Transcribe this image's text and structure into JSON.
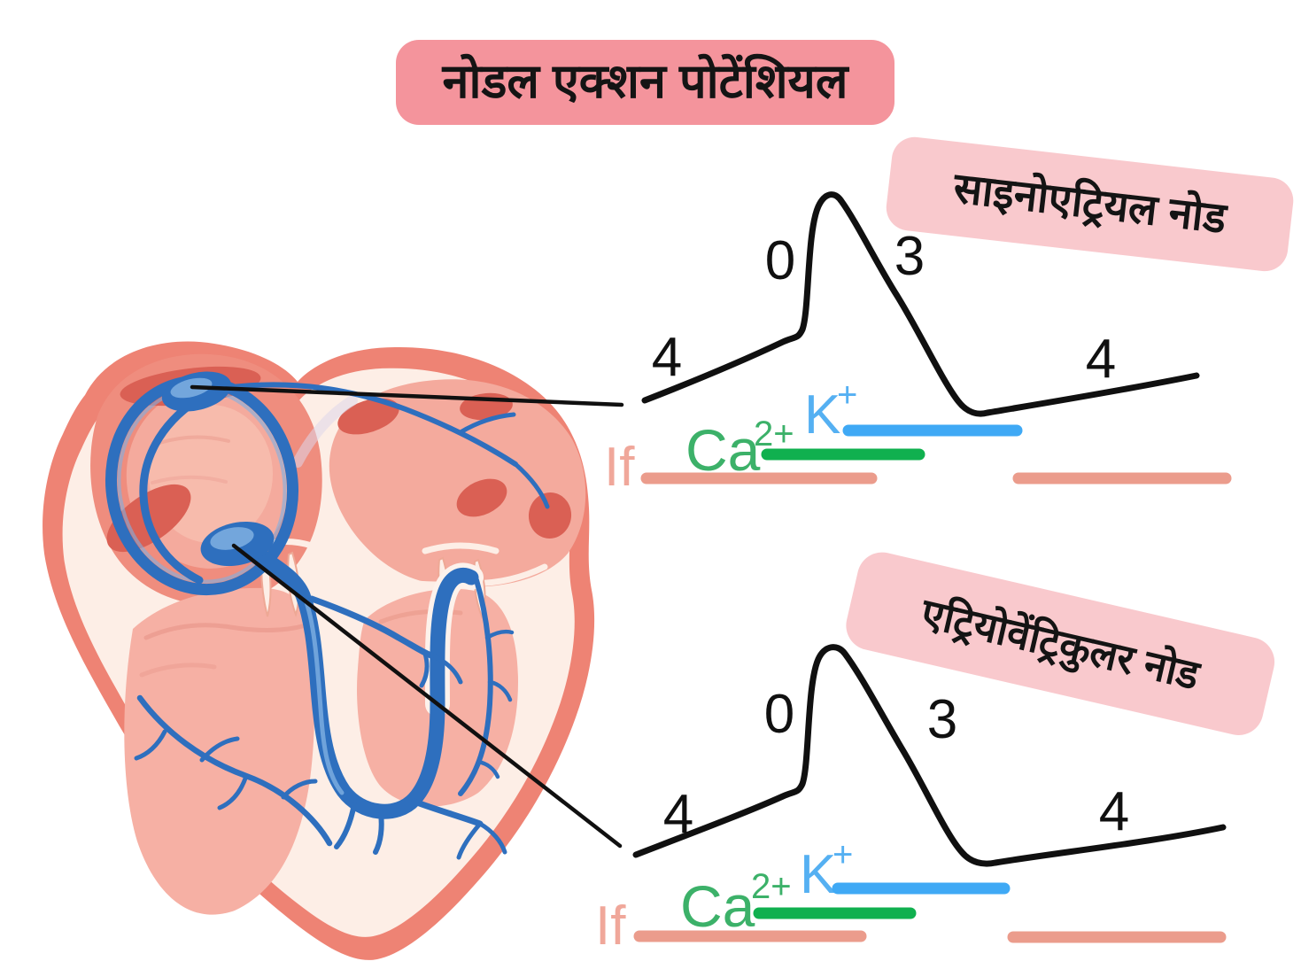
{
  "header": {
    "title": "नोडल एक्शन पोटेंशियल"
  },
  "panels": {
    "sa": {
      "label": "साइनोएट्रियल नोड",
      "phases": {
        "left4": "4",
        "zero": "0",
        "three": "3",
        "right4": "4"
      },
      "currents": {
        "funny": "If",
        "calcium": "Ca",
        "calcium_sup": "2+",
        "potassium": "K",
        "potassium_sup": "+"
      }
    },
    "av": {
      "label": "एट्रियोवेंट्रिकुलर नोड",
      "phases": {
        "left4": "4",
        "zero": "0",
        "three": "3",
        "right4": "4"
      },
      "currents": {
        "funny": "If",
        "calcium": "Ca",
        "calcium_sup": "2+",
        "potassium": "K",
        "potassium_sup": "+"
      }
    }
  },
  "colors": {
    "title_box": "#f4949c",
    "node_box": "#f9c9cd",
    "ink": "#101010",
    "funny_current": "#eb9c8c",
    "funny_text": "#f0a79a",
    "calcium": "#10b04f",
    "calcium_text": "#3cb169",
    "potassium": "#3fa9f5",
    "potassium_text": "#55b0f2",
    "heart_outer": "#ee8374",
    "heart_band": "#ef8d7e",
    "heart_cream": "#fdeee6",
    "heart_chamber": "#f4aa9d",
    "heart_chamber_light": "#f8c0b2",
    "heart_ventricle": "#f6b0a4",
    "heart_accent": "#da6054",
    "conduction": "#2e6fbe",
    "conduction_light": "#7fb0e2",
    "sheath": "#fdf2ec"
  }
}
